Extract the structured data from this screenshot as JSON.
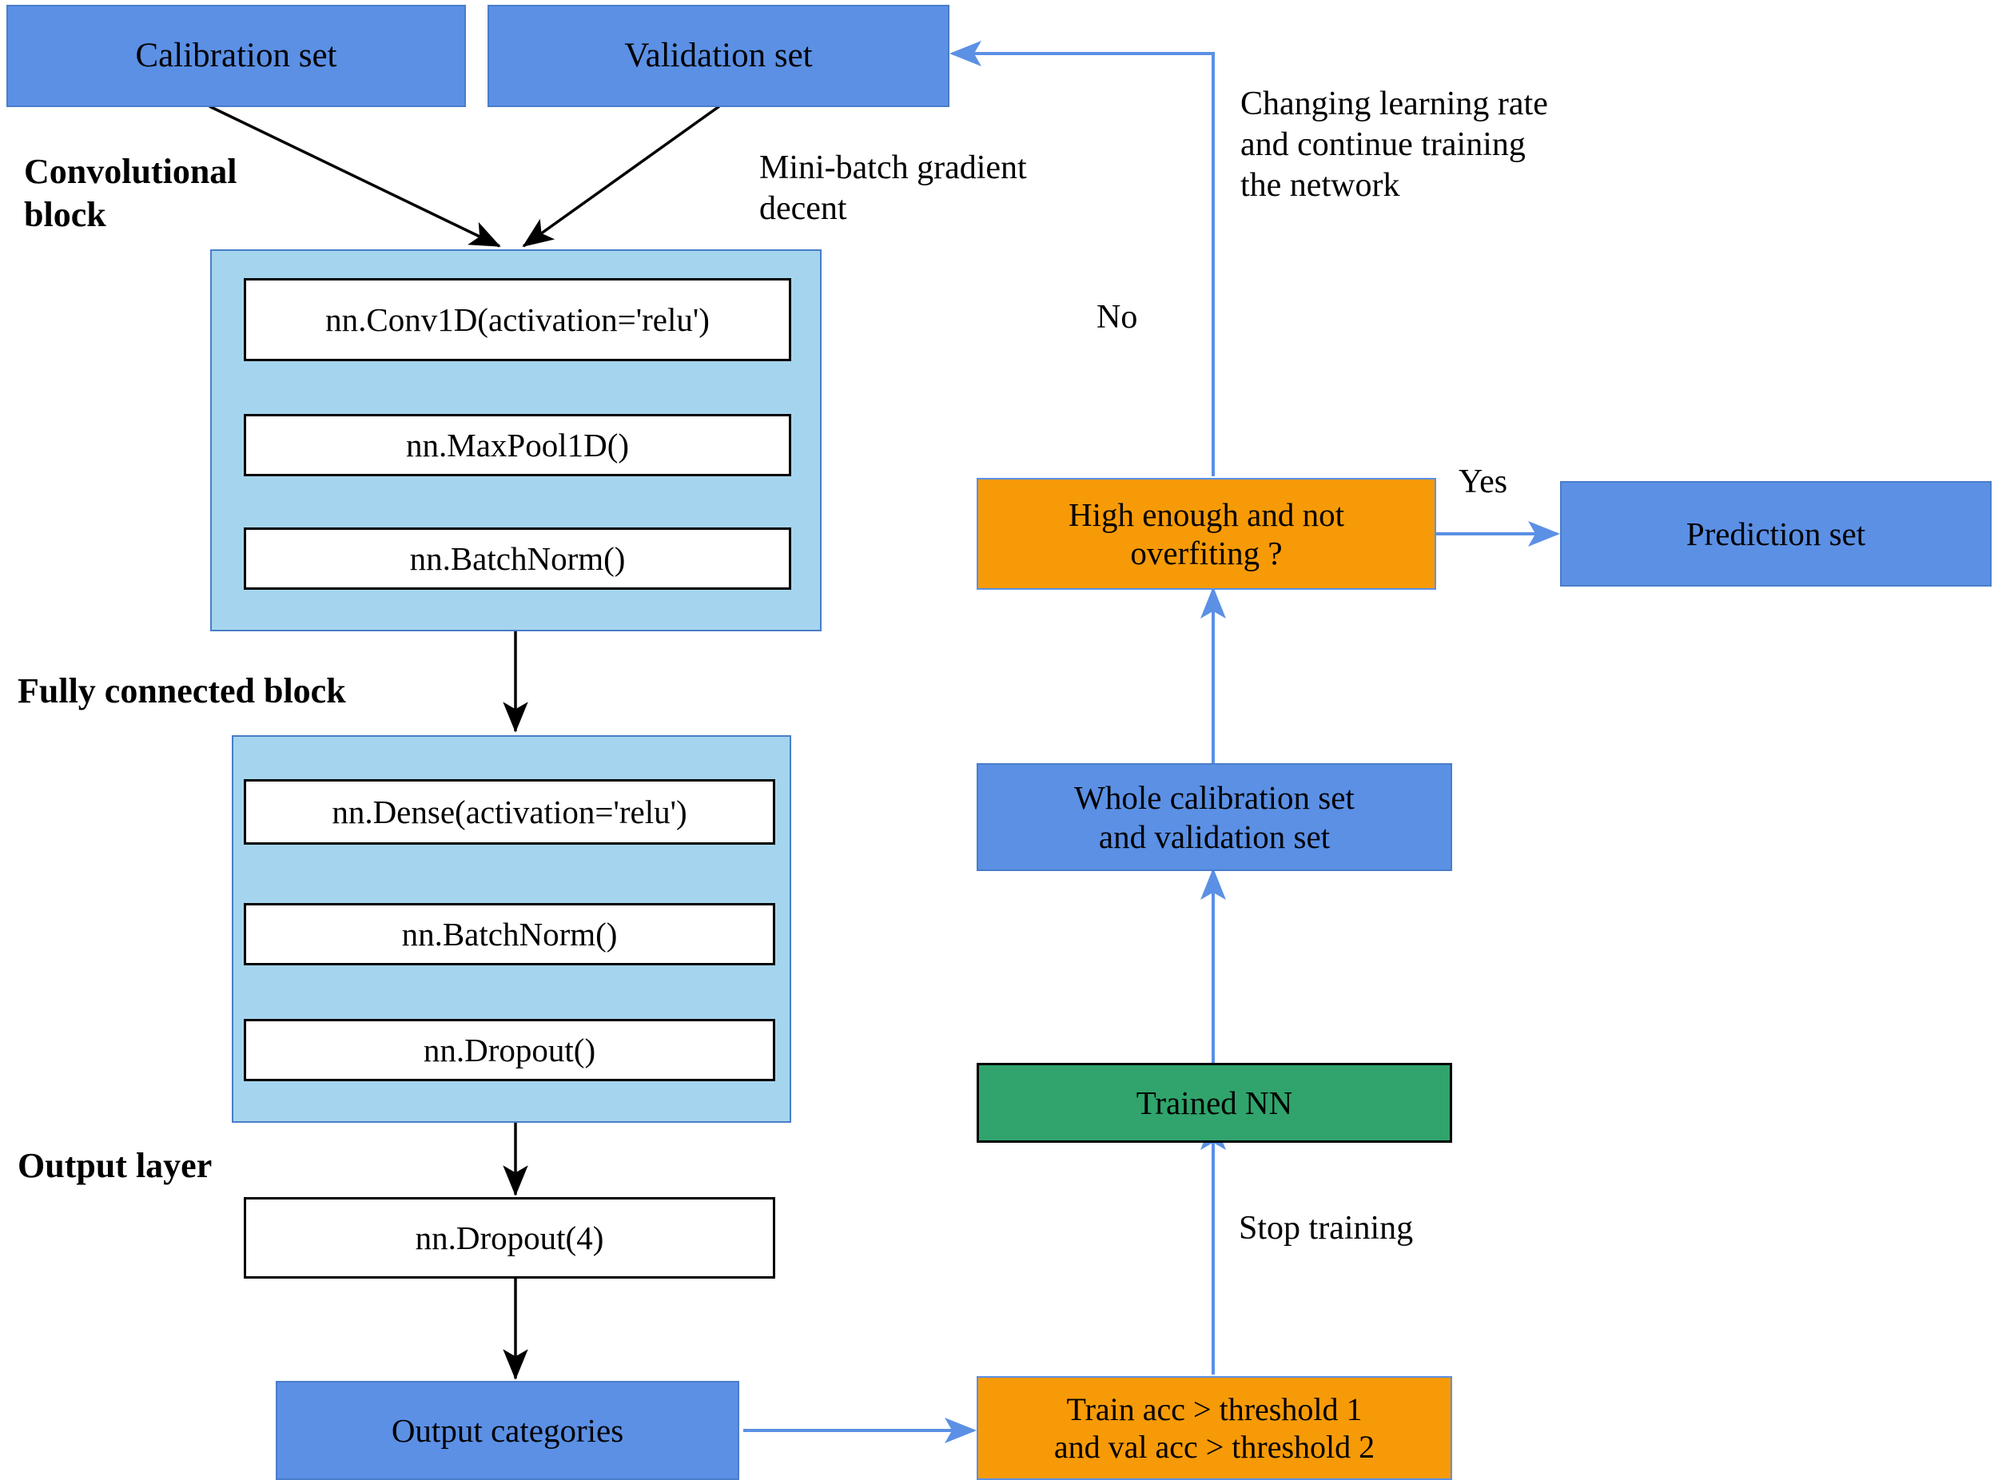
{
  "diagram": {
    "title": "CNN training and evaluation workflow flowchart",
    "colors": {
      "blue": "#5B90E5",
      "light_blue": "#A5D5EE",
      "orange": "#F79A07",
      "green": "#30A46C",
      "white": "#FFFFFF",
      "black_arrow": "#000000",
      "blue_arrow": "#5B90E5"
    }
  },
  "nodes": {
    "calibration_set": "Calibration set",
    "validation_set": "Validation set",
    "conv_block_label": "Convolutional\nblock",
    "conv1d": "nn.Conv1D(activation='relu')",
    "maxpool1d": "nn.MaxPool1D()",
    "batchnorm_conv": "nn.BatchNorm()",
    "fc_block_label": "Fully connected block",
    "dense": "nn.Dense(activation='relu')",
    "batchnorm_fc": "nn.BatchNorm()",
    "dropout_fc": "nn.Dropout()",
    "output_layer_label": "Output layer",
    "dropout4": "nn.Dropout(4)",
    "output_categories": "Output categories",
    "train_threshold": "Train acc > threshold 1\nand val acc > threshold 2",
    "trained_nn": "Trained NN",
    "whole_sets": "Whole calibration set\nand validation set",
    "high_enough": "High enough and not\noverfiting ?",
    "prediction_set": "Prediction set"
  },
  "edge_labels": {
    "mini_batch": "Mini-batch gradient\ndecent",
    "changing_lr": "Changing learning rate\nand continue training\nthe network",
    "no": "No",
    "yes": "Yes",
    "stop_training": "Stop training"
  }
}
